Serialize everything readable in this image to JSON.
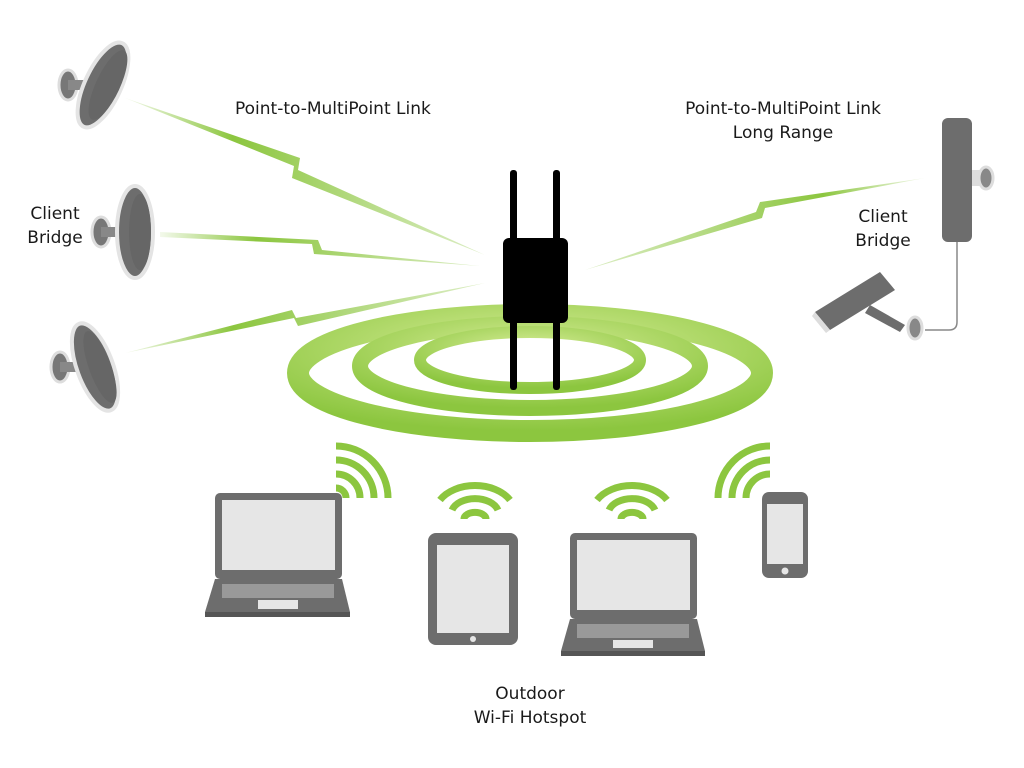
{
  "labels": {
    "ptmp_left": "Point-to-MultiPoint Link",
    "ptmp_right_line1": "Point-to-MultiPoint Link",
    "ptmp_right_line2": "Long Range",
    "client_left_line1": "Client",
    "client_left_line2": "Bridge",
    "client_right_line1": "Client",
    "client_right_line2": "Bridge",
    "hotspot_line1": "Outdoor",
    "hotspot_line2": "Wi-Fi Hotspot"
  },
  "colors": {
    "accent": "#8cc63f",
    "device": "#6d6d6d",
    "screen": "#e6e6e6",
    "ap": "#000000"
  }
}
